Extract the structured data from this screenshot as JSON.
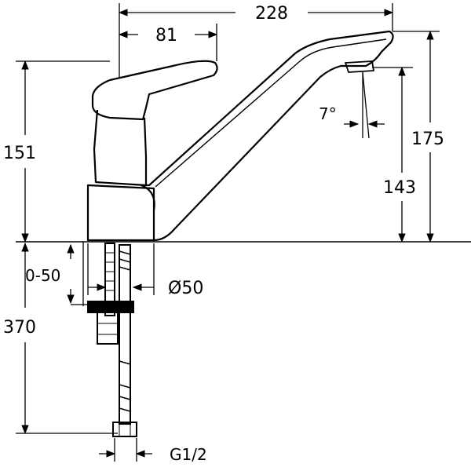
{
  "dimensions": {
    "overall_reach": "228",
    "lever_offset": "81",
    "body_height": "151",
    "total_height": "175",
    "spout_height": "143",
    "spout_angle": "7°",
    "base_adjust": "0-50",
    "base_diameter": "Ø50",
    "hose_length": "370",
    "connection_thread": "G1/2"
  },
  "colors": {
    "ink": "#000000",
    "paper": "#ffffff"
  }
}
